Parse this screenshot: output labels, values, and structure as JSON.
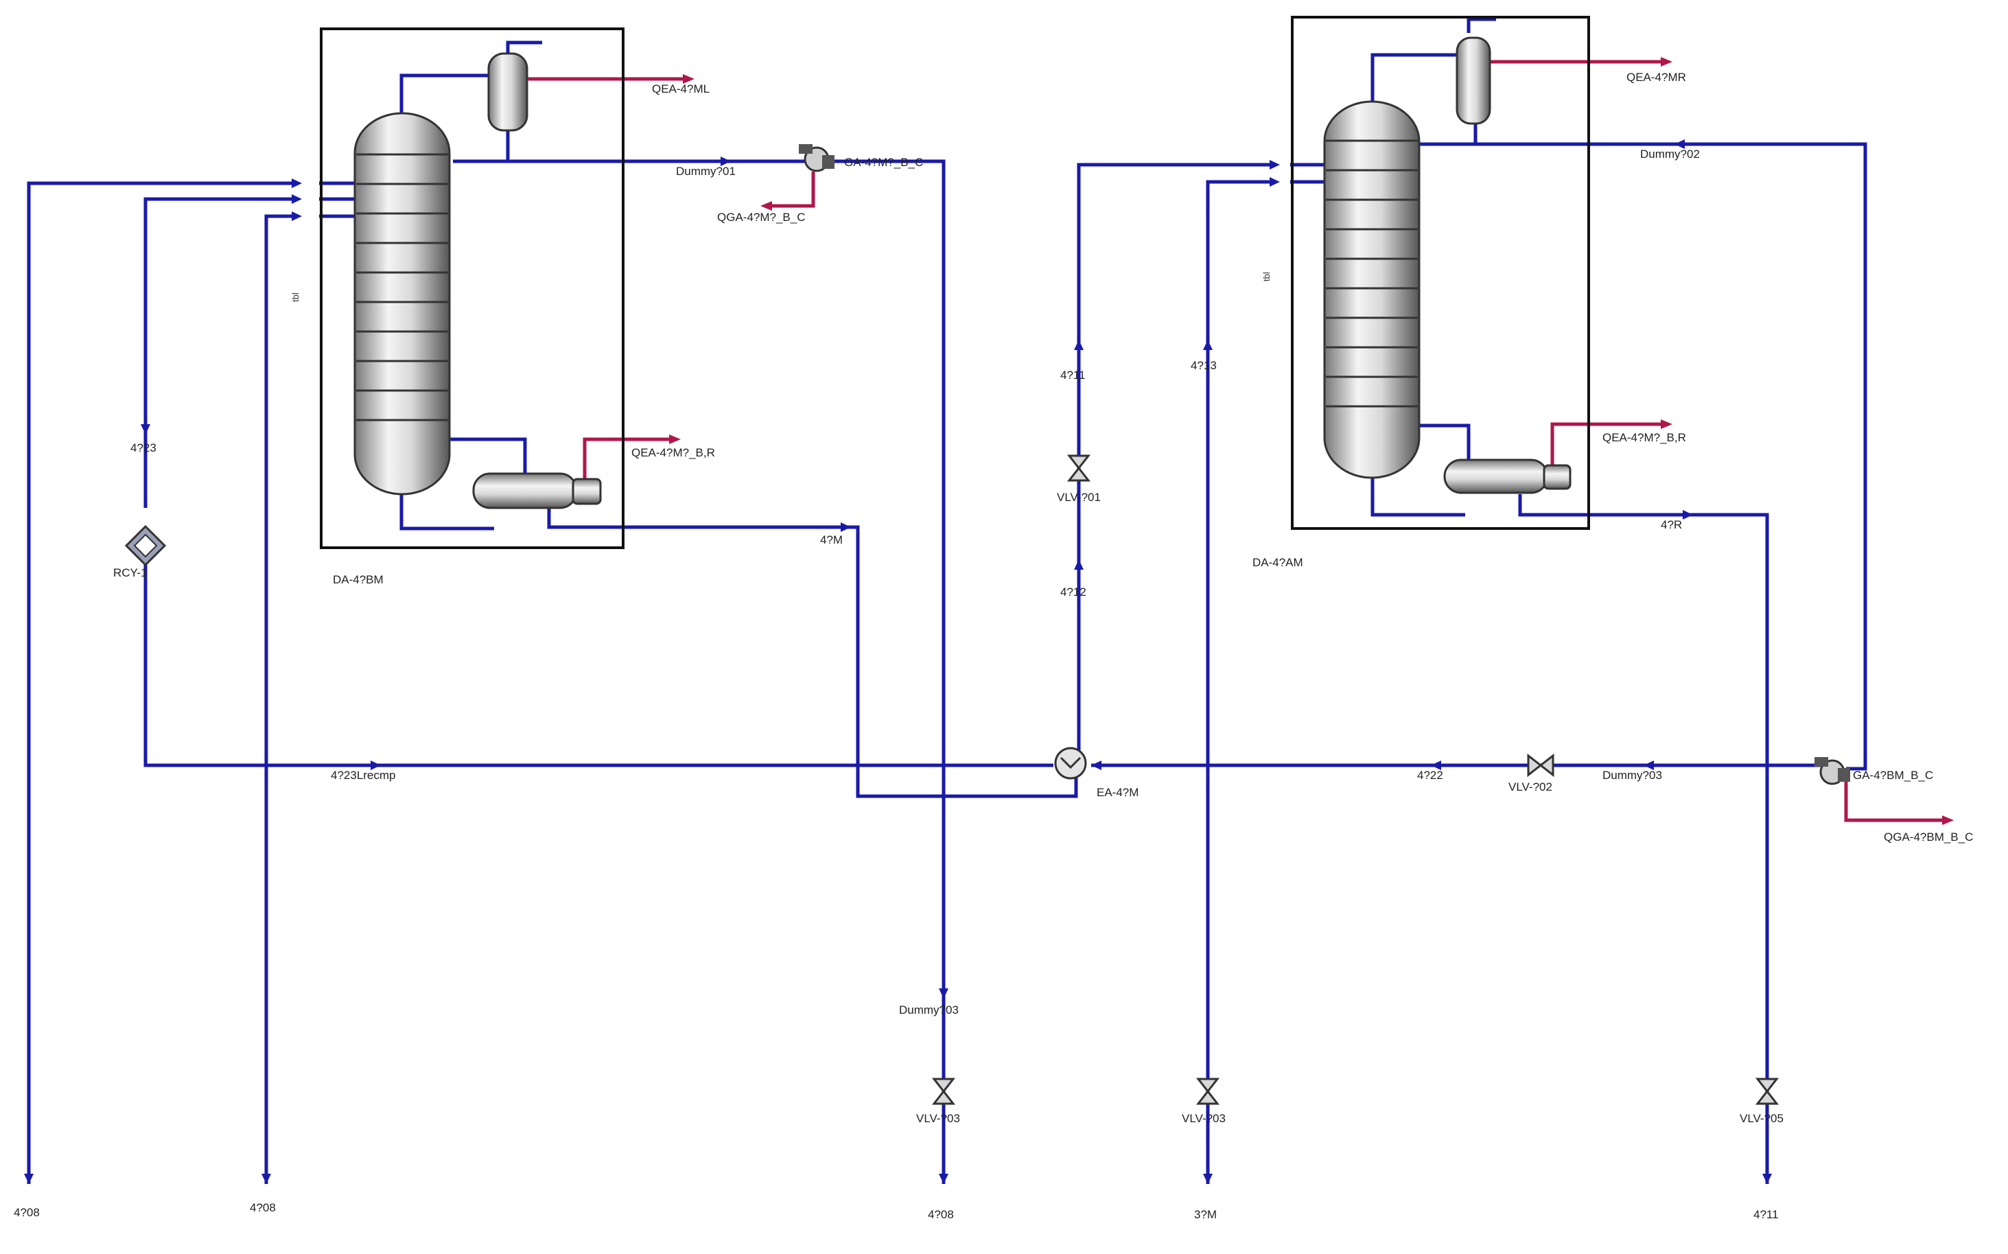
{
  "colors": {
    "material_stream": "#1a1aa8",
    "energy_stream": "#b0174a",
    "equipment_outline": "#111111"
  },
  "units": {
    "column_1": "DA-4?BM",
    "column_2": "DA-4?AM",
    "column_1_side": "tbl",
    "column_2_side": "tbl",
    "condenser_duty_1": "QEA-4?ML",
    "condenser_duty_2": "QEA-4?MR",
    "reboiler_duty_1": "QEA-4?M?_B,R",
    "reboiler_duty_2": "QEA-4?M?_B,R",
    "pump_1": "GA-4?M?_B_C",
    "pump_1_duty": "QGA-4?M?_B_C",
    "pump_2": "GA-4?BM_B_C",
    "pump_2_duty": "QGA-4?BM_B_C",
    "recycle": "RCY-1",
    "heat_exchanger": "EA-4?M",
    "valve_1": "VLV-?01",
    "valve_2": "VLV-?02",
    "valve_3": "VLV-?03",
    "valve_4": "VLV-?03",
    "valve_5": "VLV-?05"
  },
  "streams": {
    "feed_a": "4?08",
    "feed_b": "4?08",
    "rcy_out": "4?23",
    "dist_1": "Dummy?01",
    "bottoms_1": "4?M",
    "split_1": "4?11",
    "split_2": "4?12",
    "split_3": "4?13",
    "hx_return": "4?23Lrecmp",
    "valve_in": "4?22",
    "dummy_2": "Dummy?03",
    "dummy_3": "Dummy?02",
    "bottoms_2": "4?R",
    "dummy_down": "Dummy?03",
    "out_1": "4?08",
    "out_2": "3?M",
    "out_3": "4?11"
  }
}
